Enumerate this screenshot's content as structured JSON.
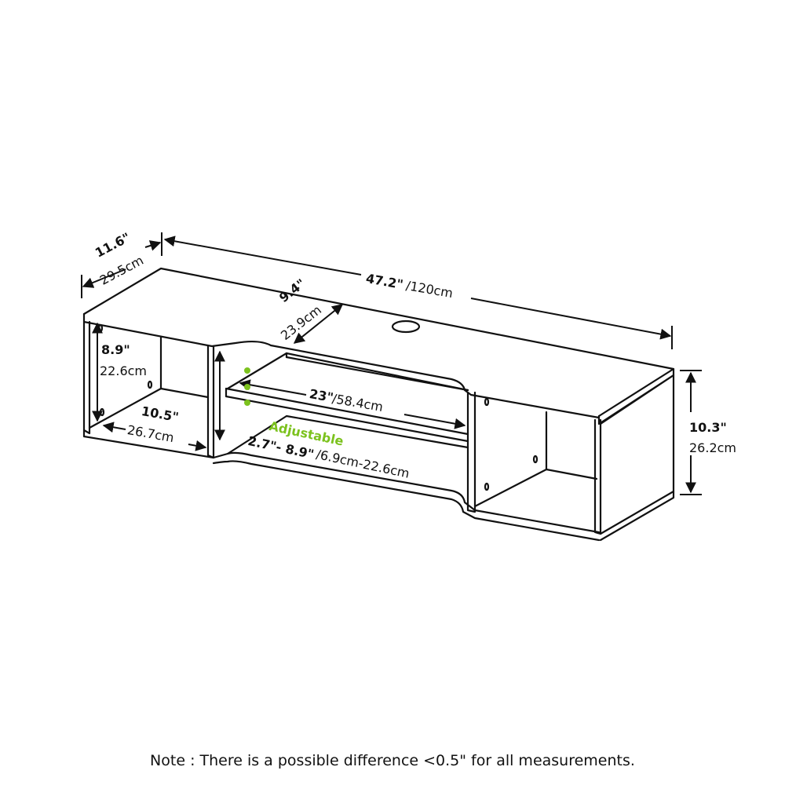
{
  "diagram": {
    "subject": "Floating wall-mounted TV stand with two side cubbies and adjustable center shelf",
    "colors": {
      "line": "#111111",
      "accent": "#7cc21e",
      "background": "#ffffff"
    },
    "dimensions": {
      "depth": {
        "inch": "11.6\"",
        "cm": "29.5cm"
      },
      "width": {
        "inch": "47.2\"",
        "cm": "/120cm"
      },
      "center_depth": {
        "inch": "9.4\"",
        "cm": "23.9cm"
      },
      "cubby_height": {
        "inch": "8.9\"",
        "cm": "22.6cm"
      },
      "cubby_width": {
        "inch": "10.5\"",
        "cm": "26.7cm"
      },
      "shelf_width": {
        "inch": "23\"",
        "cm": "/58.4cm"
      },
      "adjustable_label": "Adjustable",
      "shelf_range": {
        "inch": "2.7\"- 8.9\"",
        "cm": "/6.9cm-22.6cm"
      },
      "total_height": {
        "inch": "10.3\"",
        "cm": "26.2cm"
      }
    },
    "note": "Note : There is a possible difference <0.5\" for all measurements."
  }
}
